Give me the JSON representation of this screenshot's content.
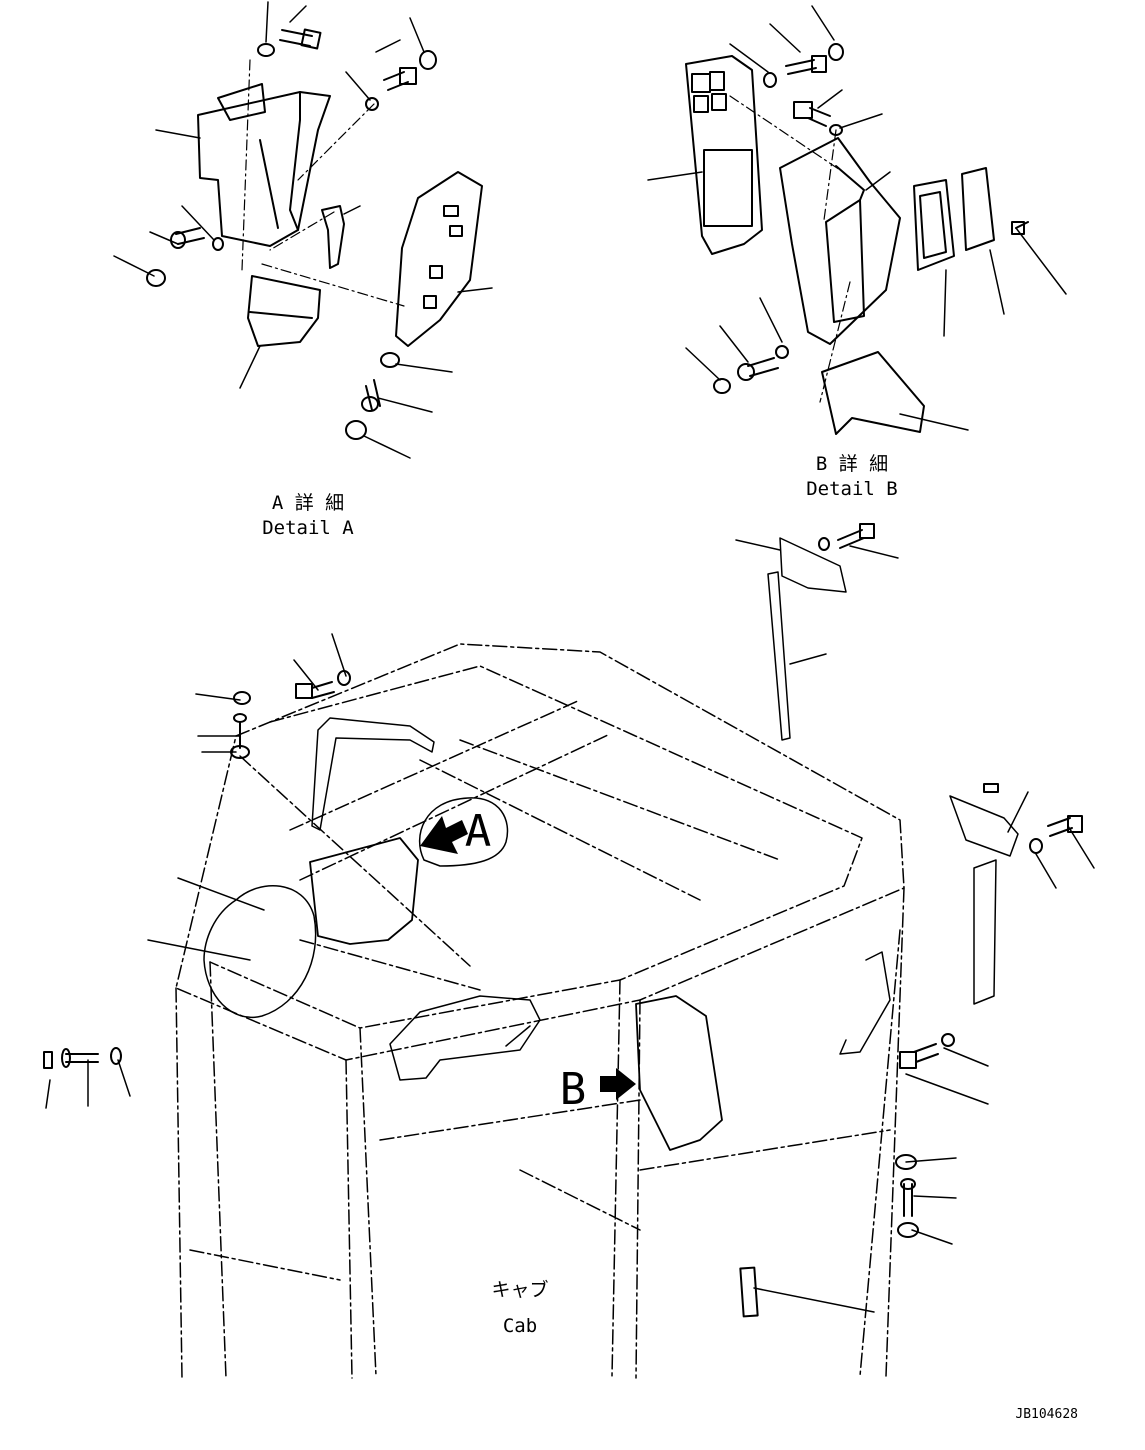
{
  "labels": {
    "detail_a_jp": "A 詳 細",
    "detail_a_en": "Detail A",
    "detail_b_jp": "B 詳 細",
    "detail_b_en": "Detail B",
    "cab_jp": "キャブ",
    "cab_en": "Cab",
    "callout_a": "A",
    "callout_b": "B",
    "drawing_number": "JB104628"
  },
  "colors": {
    "line": "#000000",
    "background": "#ffffff"
  }
}
